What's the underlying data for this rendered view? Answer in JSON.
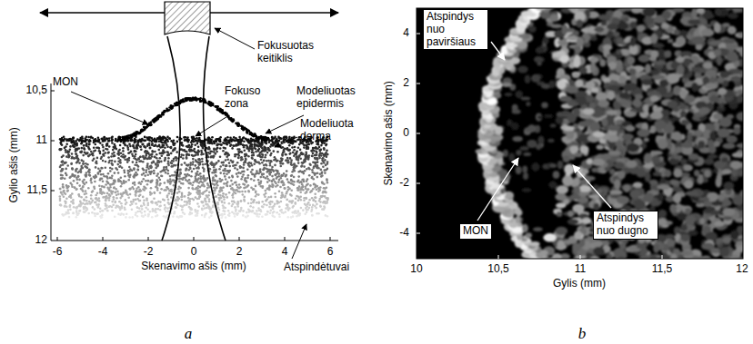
{
  "diagram": {
    "labels": [
      "Fokusuotas keitiklis",
      "MON",
      "Fokuso zona",
      "Modeliuotas epidermis",
      "Modeliuota derma",
      "10,5",
      "11",
      "11,5",
      "12",
      "Gylio ašis (mm)",
      "-6",
      "-4",
      "-2",
      "0",
      "2",
      "4",
      "6",
      "Skenavimo ašis (mm)",
      "Atspindėtuvai",
      "a",
      "Atspindys nuo paviršiaus",
      "4",
      "2",
      "0",
      "-2",
      "-4",
      "Skenavimo ašis (mm)",
      "MON",
      "Atspindys nuo dugno",
      "10",
      "10,5",
      "11",
      "11,5",
      "12",
      "Gylis (mm)",
      "b"
    ]
  }
}
